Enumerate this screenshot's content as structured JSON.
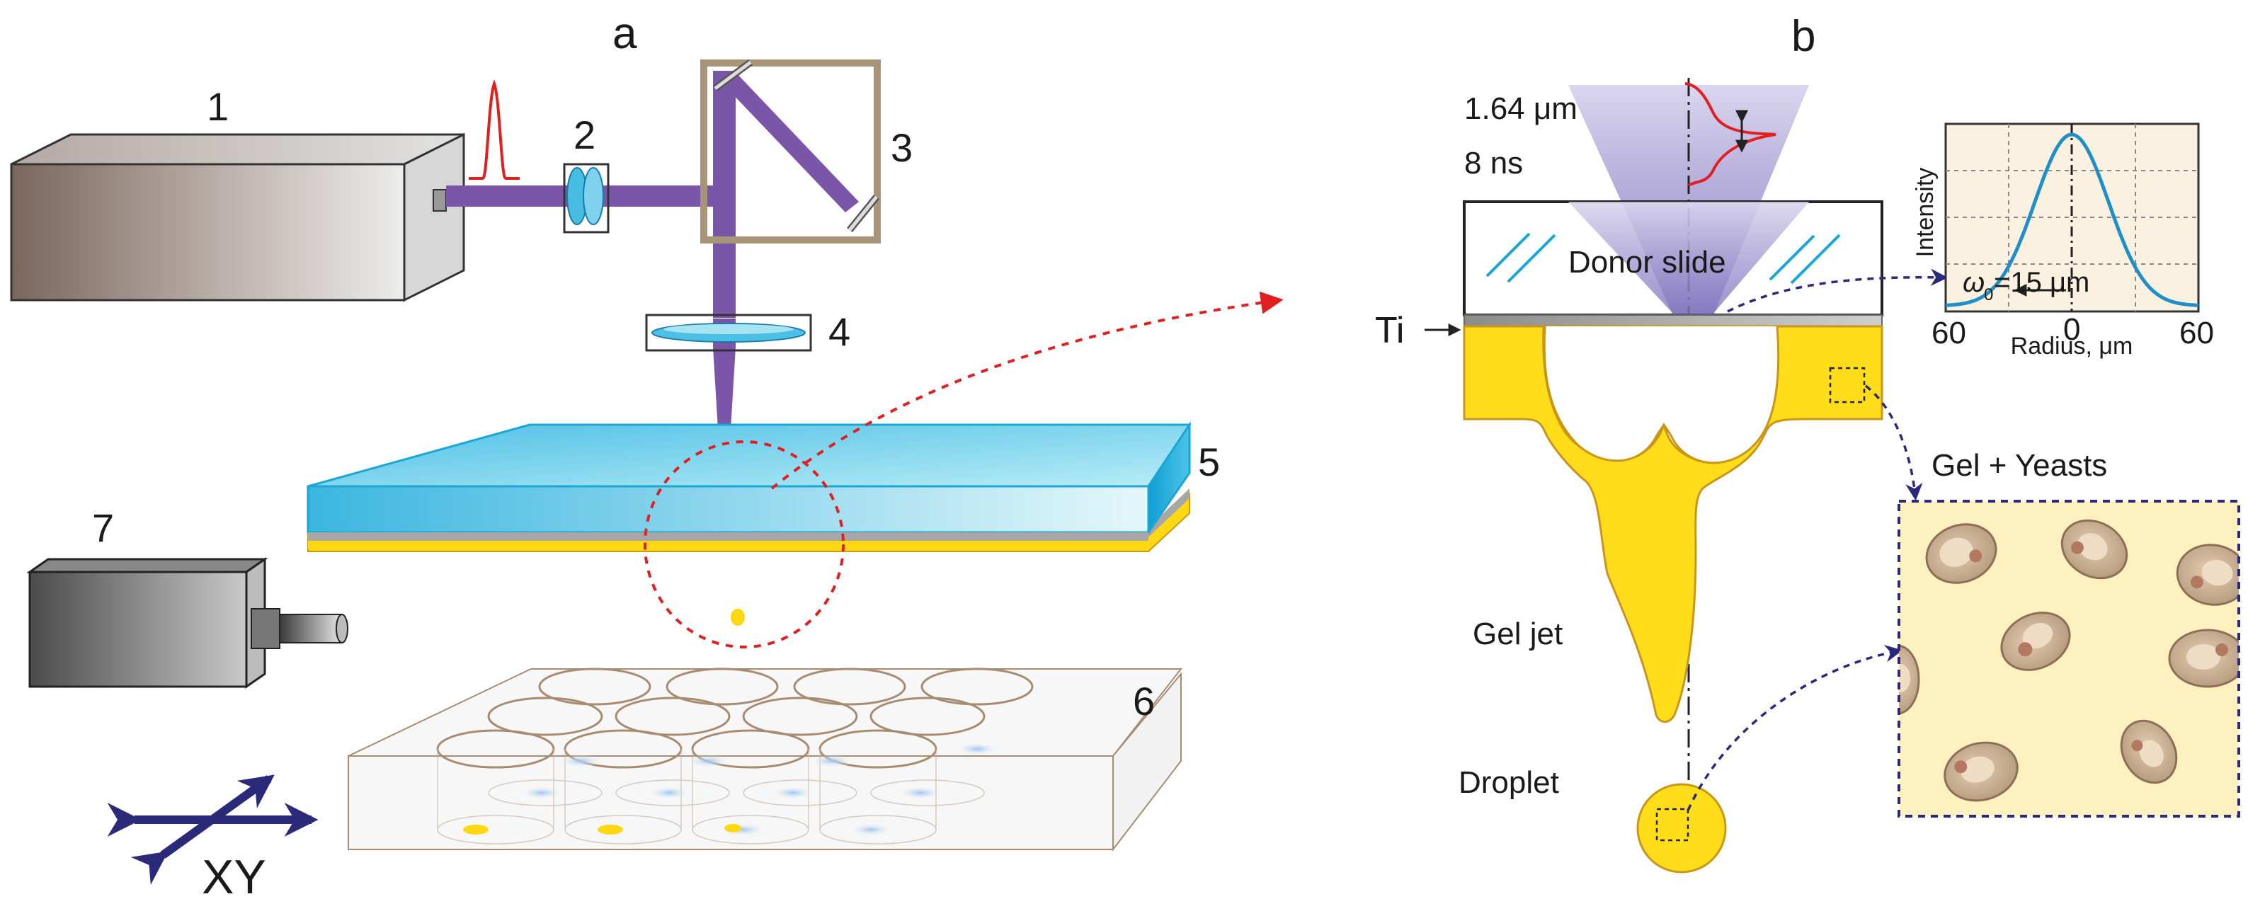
{
  "panels": {
    "a": "a",
    "b": "b"
  },
  "labels": {
    "laser": "1",
    "attenuator": "2",
    "scanner": "3",
    "lens": "4",
    "donor_stack": "5",
    "plate": "6",
    "camera": "7",
    "xy": "XY"
  },
  "beam": {
    "wavelength": "1.64 μm",
    "pulse": "8 ns"
  },
  "text": {
    "donor_slide": "Donor slide",
    "ti": "Ti",
    "gel_jet": "Gel jet",
    "droplet": "Droplet",
    "gel_yeasts": "Gel  +  Yeasts"
  },
  "profile_plot": {
    "y_label": "Intensity",
    "x_label": "Radius, μm",
    "x_ticks": [
      "60",
      "0",
      "60"
    ],
    "waist_symbol": "ω",
    "waist_subscript": "0",
    "waist_value": "=15 μm"
  },
  "colors": {
    "beam": "#7b55a8",
    "gel": "#ffdd1a",
    "donor_glass": "#6fd0ea",
    "profile": "#1f8fc8",
    "pulse": "#e02020",
    "arrows": "#2b2a7a",
    "frame": "#a89478"
  }
}
